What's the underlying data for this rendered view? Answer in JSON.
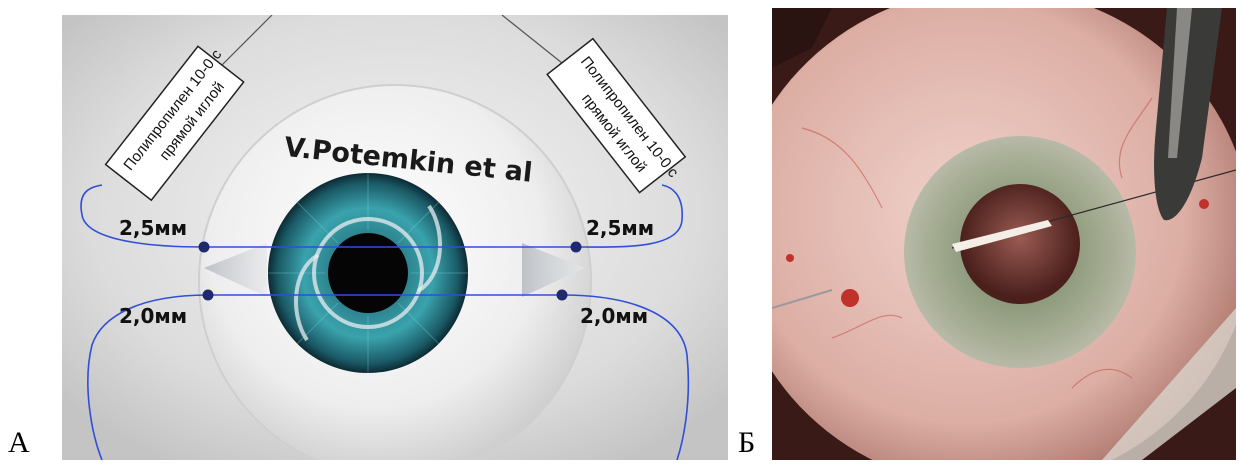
{
  "panels": [
    {
      "label": "А",
      "note_left_line1": "Полипропилен 10-0 с",
      "note_left_line2": "прямой иглой",
      "note_right_line1": "Полипропилен 10-0 с",
      "note_right_line2": "прямой иглой",
      "author": "V.Potemkin et al",
      "meas_left_upper": "2,5мм",
      "meas_left_lower": "2,0мм",
      "meas_right_upper": "2,5мм",
      "meas_right_lower": "2,0мм"
    },
    {
      "label": "Б"
    }
  ],
  "colors": {
    "suture": "#2f4fd8",
    "dot": "#1f2a6e",
    "iris": "#2f8f9a",
    "sclera_photo": "#e7c6bf",
    "iris_photo": "#9aa58a"
  }
}
